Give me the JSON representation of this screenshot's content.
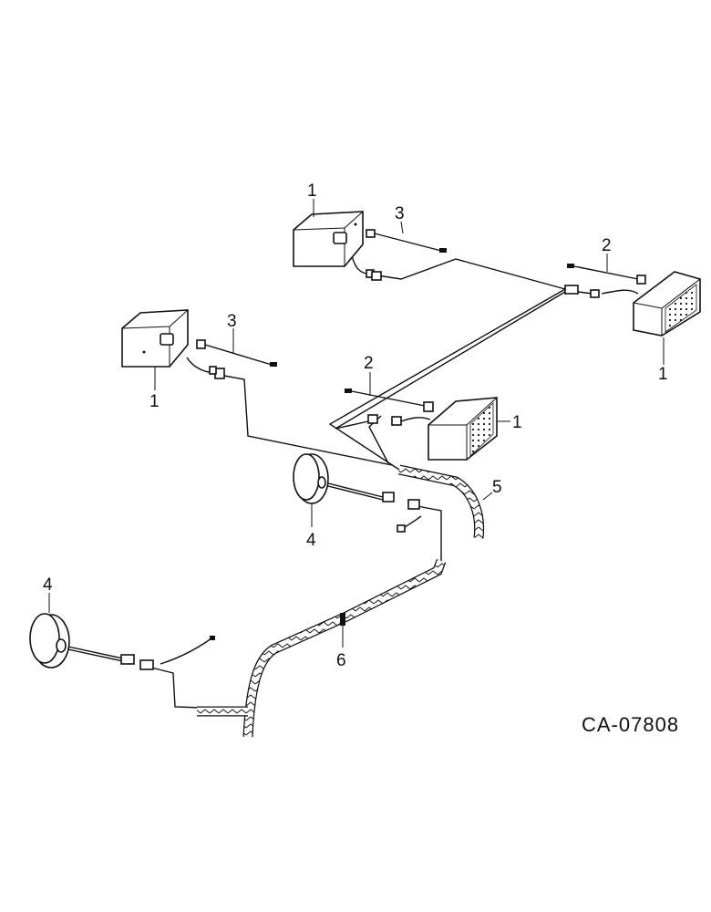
{
  "figure_id": "CA-07808",
  "callouts": [
    "1",
    "1",
    "1",
    "1",
    "2",
    "2",
    "3",
    "3",
    "4",
    "4",
    "5",
    "6"
  ],
  "parts": [
    {
      "ref": "1",
      "icon": "rectangular-lamp-icon"
    },
    {
      "ref": "2",
      "icon": "jumper-wire-icon"
    },
    {
      "ref": "3",
      "icon": "jumper-wire-icon"
    },
    {
      "ref": "4",
      "icon": "round-lamp-icon"
    },
    {
      "ref": "5",
      "icon": "harness-icon"
    },
    {
      "ref": "6",
      "icon": "harness-icon"
    }
  ]
}
